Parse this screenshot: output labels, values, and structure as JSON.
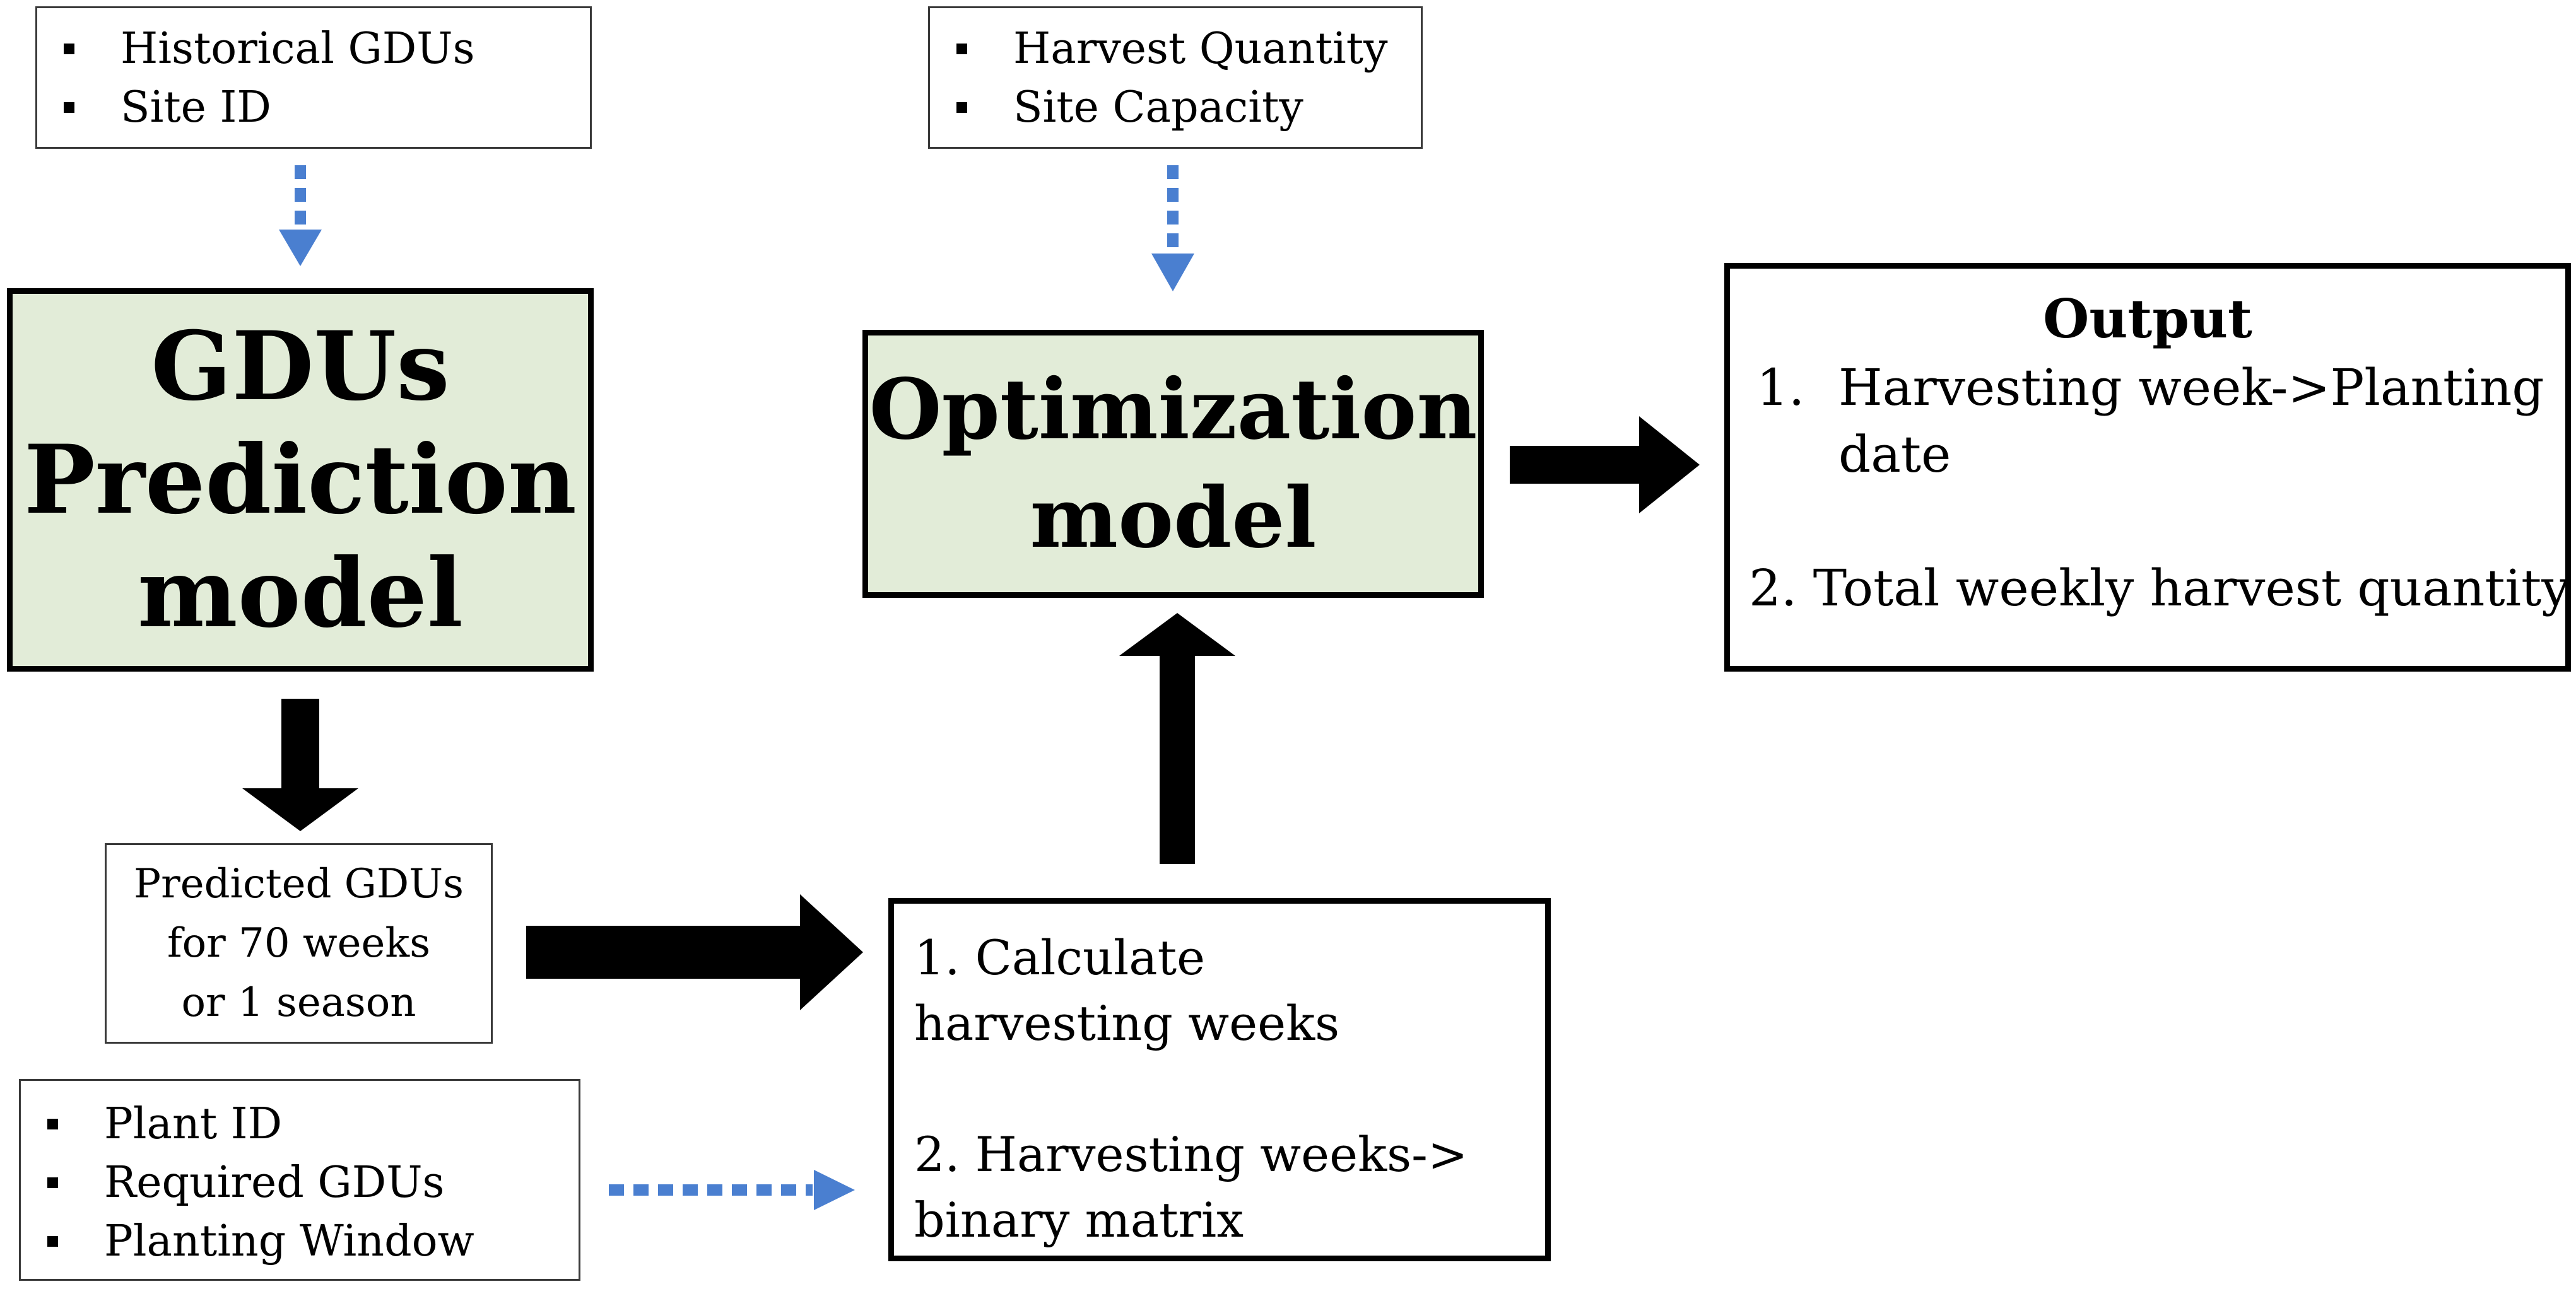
{
  "inputs_top_left": {
    "items": [
      "Historical GDUs",
      "Site ID"
    ]
  },
  "inputs_top_mid": {
    "items": [
      "Harvest Quantity",
      "Site Capacity"
    ]
  },
  "gdus_model": {
    "lines": [
      "GDUs",
      "Prediction",
      "model"
    ]
  },
  "optimization_model": {
    "lines": [
      "Optimization",
      "model"
    ]
  },
  "predicted_gdus": {
    "lines": [
      "Predicted GDUs",
      "for 70 weeks",
      "or 1 season"
    ]
  },
  "inputs_bottom_left": {
    "items": [
      "Plant ID",
      "Required GDUs",
      "Planting Window"
    ]
  },
  "calc_box": {
    "step1_lines": [
      "1.   Calculate",
      "harvesting  weeks"
    ],
    "step2_lines": [
      "2. Harvesting weeks->",
      "binary matrix"
    ]
  },
  "output_box": {
    "title": "Output",
    "item1_num": "1.",
    "item1_lines": [
      "Harvesting week->Planting",
      "date"
    ],
    "item2": "2. Total weekly harvest quantity"
  },
  "colors": {
    "box_fill": "#e2ecd8",
    "dotted_arrow": "#4a7fd0",
    "solid_arrow": "#000000"
  }
}
